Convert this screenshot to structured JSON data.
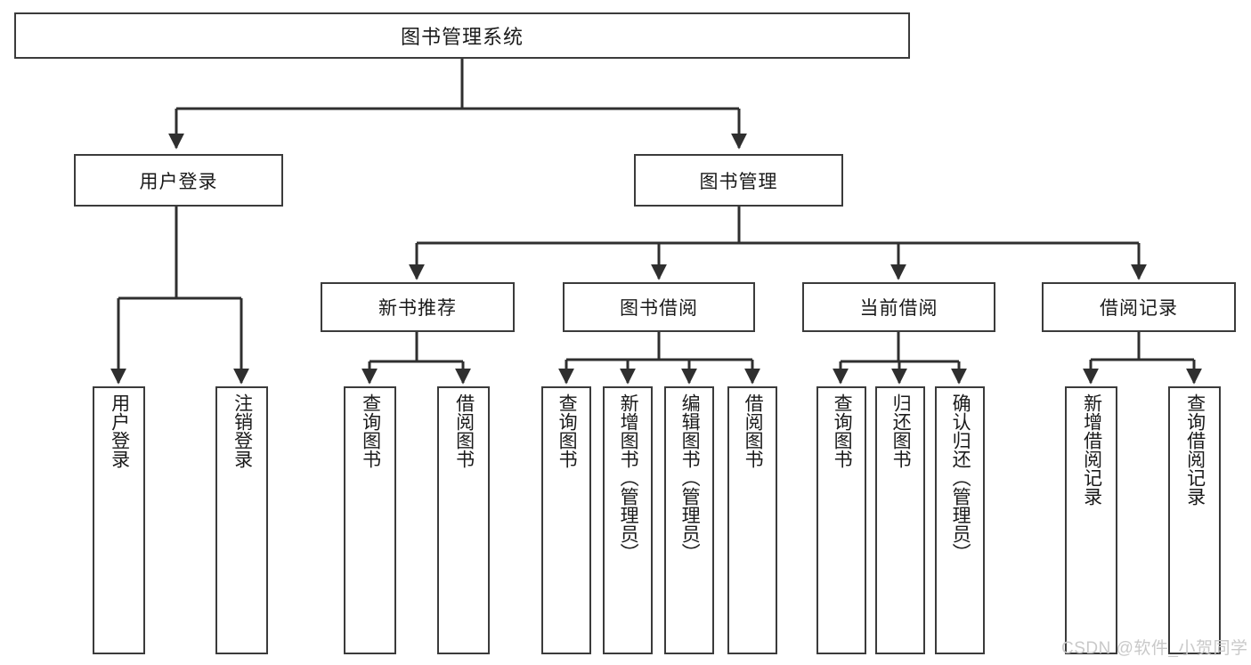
{
  "diagram": {
    "title": "图书管理系统",
    "type": "tree-hierarchy-diagram",
    "orientation": "top-down",
    "box_fill": "#ffffff",
    "box_stroke": "#3b3b3b",
    "text_color": "#1a1a1a"
  },
  "root": {
    "label": "图书管理系统"
  },
  "level1": [
    {
      "label": "用户登录"
    },
    {
      "label": "图书管理"
    }
  ],
  "level2": [
    {
      "label": "新书推荐"
    },
    {
      "label": "图书借阅"
    },
    {
      "label": "当前借阅"
    },
    {
      "label": "借阅记录"
    }
  ],
  "leaves": {
    "user_login": [
      {
        "label": "用户登录"
      },
      {
        "label": "注销登录"
      }
    ],
    "new_book_recommend": [
      {
        "label": "查询图书"
      },
      {
        "label": "借阅图书"
      }
    ],
    "book_borrow": [
      {
        "label": "查询图书"
      },
      {
        "label": "新增图书（管理员）"
      },
      {
        "label": "编辑图书（管理员）"
      },
      {
        "label": "借阅图书"
      }
    ],
    "current_borrow": [
      {
        "label": "查询图书"
      },
      {
        "label": "归还图书"
      },
      {
        "label": "确认归还（管理员）"
      }
    ],
    "borrow_records": [
      {
        "label": "新增借阅记录"
      },
      {
        "label": "查询借阅记录"
      }
    ]
  },
  "watermark": {
    "text": "CSDN @软件_小贺同学"
  }
}
